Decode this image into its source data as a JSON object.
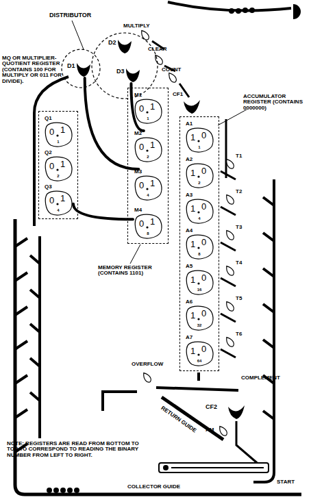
{
  "diagram": {
    "nodes": [
      {
        "text": [
          "DISTRIBUTOR"
        ]
      },
      {
        "text": [
          "D1"
        ],
        "in": 0
      },
      {
        "text": [
          "D2"
        ],
        "in": 0
      },
      {
        "text": [
          "D3"
        ],
        "in": 0
      },
      {
        "text": [
          "MQ OR MULTIPLIER-QUOTIENT REGISTER (CONTAINS 100 FOR MULTIPLY OR 011 FOR DIVIDE)."
        ]
      },
      {
        "text": [
          "Q1",
          "0",
          "1",
          "1"
        ],
        "in": 4
      },
      {
        "text": [
          "Q2",
          "0",
          "1",
          "2"
        ],
        "in": 4
      },
      {
        "text": [
          "Q3",
          "0",
          "1",
          "4"
        ],
        "in": 4
      },
      {
        "text": [
          "MEMORY REGISTER (CONTAINS 1101)"
        ]
      },
      {
        "text": [
          "M1",
          "0",
          "1",
          "1"
        ],
        "in": 8
      },
      {
        "text": [
          "M2",
          "0",
          "1",
          "2"
        ],
        "in": 8
      },
      {
        "text": [
          "M3",
          "0",
          "1",
          "4"
        ],
        "in": 8
      },
      {
        "text": [
          "M4",
          "0",
          "1",
          "8"
        ],
        "in": 8
      },
      {
        "text": [
          "ACCUMULATOR REGISTER (CONTAINS 0000000)"
        ]
      },
      {
        "text": [
          "A1",
          "1",
          "0",
          "1"
        ],
        "in": 13
      },
      {
        "text": [
          "A2",
          "1",
          "0",
          "2"
        ],
        "in": 13
      },
      {
        "text": [
          "A3",
          "1",
          "0",
          "4"
        ],
        "in": 13
      },
      {
        "text": [
          "A4",
          "1",
          "0",
          "8"
        ],
        "in": 13
      },
      {
        "text": [
          "A5",
          "1",
          "0",
          "16"
        ],
        "in": 13
      },
      {
        "text": [
          "A6",
          "1",
          "0",
          "32"
        ],
        "in": 13
      },
      {
        "text": [
          "A7",
          "1",
          "0",
          "64"
        ],
        "in": 13
      }
    ],
    "edges": [
      {
        "from": 3,
        "to": 10,
        "arrow": "none"
      },
      {
        "from": 1,
        "to": 11,
        "arrow": "none"
      },
      {
        "from": 7,
        "to": 12,
        "arrow": "none"
      }
    ],
    "labels": [
      "MULTIPLY",
      "CLEAR",
      "COUNT",
      "CF1",
      "T1",
      "T2",
      "T3",
      "T4",
      "T5",
      "T6",
      "OVERFLOW",
      "COMPLEMENT",
      "CF2",
      "RETURN GUIDE",
      "AM",
      "NOTE: REGISTERS ARE READ FROM BOTTOM TO TOP TO CORRESPOND TO READING THE BINARY NUMBER FROM LEFT TO RIGHT.",
      "COLLECTOR GUIDE",
      "START"
    ]
  }
}
